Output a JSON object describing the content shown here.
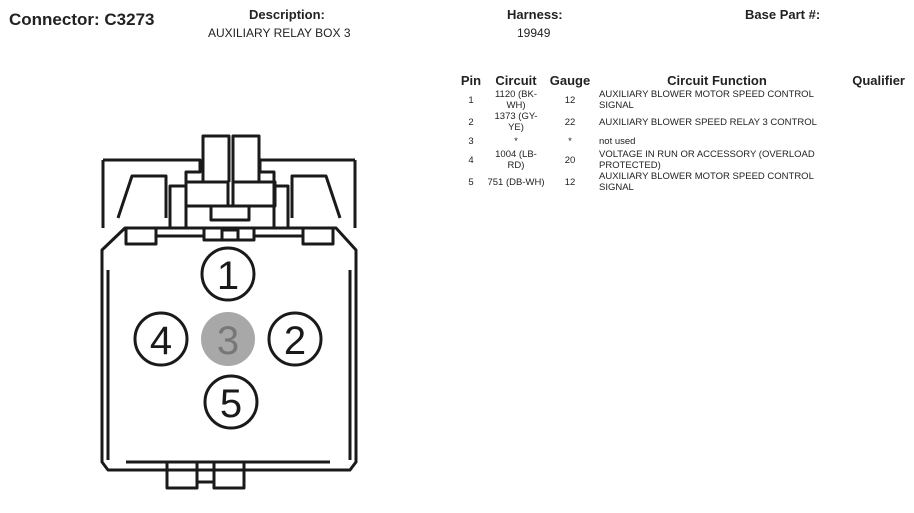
{
  "header": {
    "connector_title": "Connector: C3273",
    "description_label": "Description:",
    "description_value": "AUXILIARY RELAY BOX 3",
    "harness_label": "Harness:",
    "harness_value": "19949",
    "base_part_label": "Base Part #:"
  },
  "table": {
    "columns": [
      "Pin",
      "Circuit",
      "Gauge",
      "Circuit Function",
      "Qualifier"
    ],
    "rows": [
      {
        "pin": "1",
        "circuit": "1120 (BK-WH)",
        "gauge": "12",
        "function": "AUXILIARY BLOWER MOTOR SPEED CONTROL SIGNAL",
        "qualifier": ""
      },
      {
        "pin": "2",
        "circuit": "1373 (GY-YE)",
        "gauge": "22",
        "function": "AUXILIARY BLOWER SPEED RELAY 3 CONTROL",
        "qualifier": ""
      },
      {
        "pin": "3",
        "circuit": "*",
        "gauge": "*",
        "function": "not used",
        "qualifier": ""
      },
      {
        "pin": "4",
        "circuit": "1004 (LB-RD)",
        "gauge": "20",
        "function": "VOLTAGE IN RUN OR ACCESSORY (OVERLOAD PROTECTED)",
        "qualifier": ""
      },
      {
        "pin": "5",
        "circuit": "751 (DB-WH)",
        "gauge": "12",
        "function": "AUXILIARY BLOWER MOTOR SPEED CONTROL SIGNAL",
        "qualifier": ""
      }
    ]
  },
  "diagram": {
    "pins": [
      {
        "label": "1",
        "used": true
      },
      {
        "label": "2",
        "used": true
      },
      {
        "label": "3",
        "used": false
      },
      {
        "label": "4",
        "used": true
      },
      {
        "label": "5",
        "used": true
      }
    ],
    "colors": {
      "outline": "#1a1a1a",
      "unused_pin_fill": "#a8a8a8",
      "unused_pin_text": "#777777"
    }
  }
}
